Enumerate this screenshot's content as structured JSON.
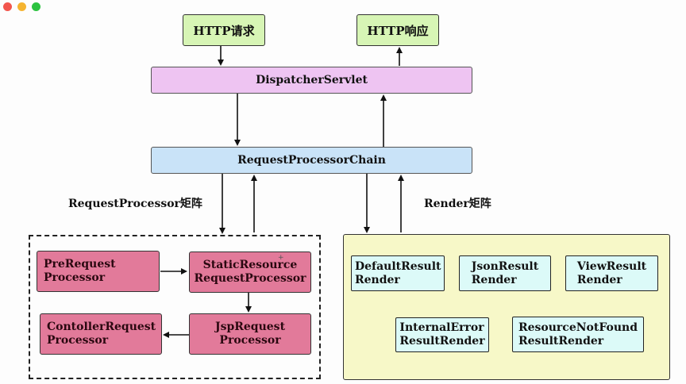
{
  "window": {
    "controls": [
      "close",
      "minimize",
      "zoom"
    ]
  },
  "top": {
    "request": "HTTP请求",
    "response": "HTTP响应"
  },
  "dispatcher": "DispatcherServlet",
  "chain": "RequestProcessorChain",
  "labels": {
    "processor_matrix": "RequestProcessor矩阵",
    "render_matrix": "Render矩阵"
  },
  "processors": [
    {
      "line1": "PreRequest",
      "line2": "Processor"
    },
    {
      "line1": "StaticResource",
      "line2": "RequestProcessor"
    },
    {
      "line1": "ContollerRequest",
      "line2": "Processor"
    },
    {
      "line1": "JspRequest",
      "line2": "Processor"
    }
  ],
  "renders": [
    {
      "line1": "DefaultResult",
      "line2": "Render"
    },
    {
      "line1": "JsonResult",
      "line2": "Render"
    },
    {
      "line1": "ViewResult",
      "line2": "Render"
    },
    {
      "line1": "InternalError",
      "line2": "ResultRender"
    },
    {
      "line1": "ResourceNotFound",
      "line2": "ResultRender"
    }
  ],
  "colors": {
    "http": "#d7f5b5",
    "dispatcher": "#eec4f2",
    "chain": "#c9e3f8",
    "processor": "#e27a9a",
    "render_panel": "#f7f8c8",
    "render": "#dcfaf8"
  }
}
